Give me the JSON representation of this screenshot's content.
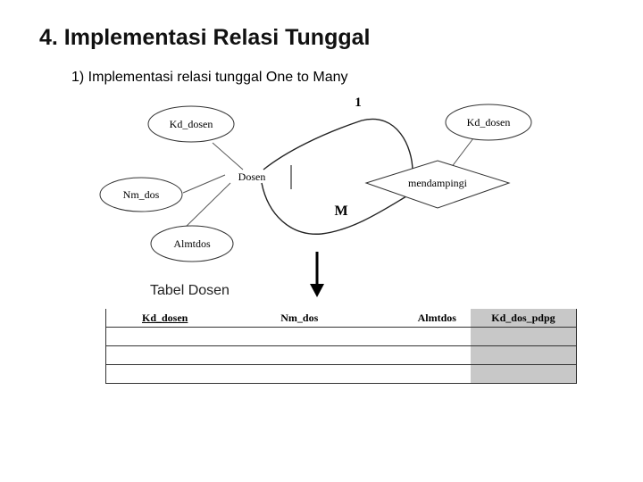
{
  "slide": {
    "title": "4. Implementasi Relasi Tunggal",
    "subtitle": "1) Implementasi relasi tunggal One to Many"
  },
  "diagram": {
    "entity": "Dosen",
    "relationship": "mendampingi",
    "attributes_left": [
      "Kd_dosen",
      "Nm_dos",
      "Almtdos"
    ],
    "attribute_right": "Kd_dosen",
    "cardinality_one": "1",
    "cardinality_many": "M"
  },
  "table": {
    "caption": "Tabel Dosen",
    "columns": [
      "Kd_dosen",
      "Nm_dos",
      "Almtdos",
      "Kd_dos_pdpg"
    ],
    "primary_key": "Kd_dosen",
    "foreign_key": "Kd_dos_pdpg",
    "rows": [
      [
        "",
        "",
        "",
        ""
      ],
      [
        "",
        "",
        "",
        ""
      ],
      [
        "",
        "",
        "",
        ""
      ]
    ],
    "foreign_key_fill": "#c8c8c8"
  }
}
